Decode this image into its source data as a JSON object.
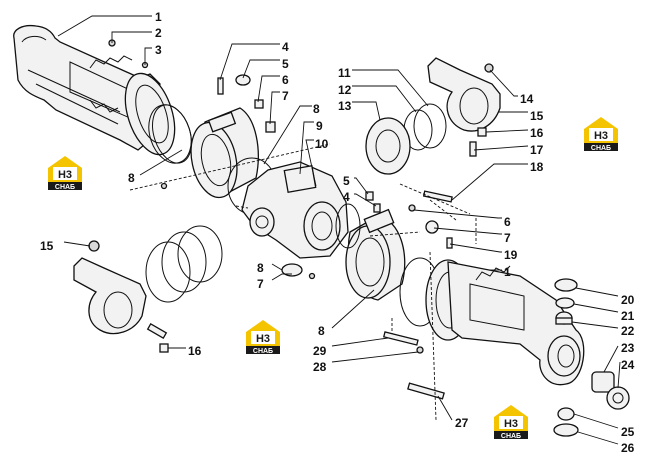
{
  "callouts": [
    {
      "id": "c1a",
      "text": "1"
    },
    {
      "id": "c2",
      "text": "2"
    },
    {
      "id": "c3",
      "text": "3"
    },
    {
      "id": "c4a",
      "text": "4"
    },
    {
      "id": "c5a",
      "text": "5"
    },
    {
      "id": "c6a",
      "text": "6"
    },
    {
      "id": "c7a",
      "text": "7"
    },
    {
      "id": "c8a",
      "text": "8"
    },
    {
      "id": "c8b",
      "text": "8"
    },
    {
      "id": "c9",
      "text": "9"
    },
    {
      "id": "c10",
      "text": "10"
    },
    {
      "id": "c11",
      "text": "11"
    },
    {
      "id": "c12",
      "text": "12"
    },
    {
      "id": "c13",
      "text": "13"
    },
    {
      "id": "c14",
      "text": "14"
    },
    {
      "id": "c15a",
      "text": "15"
    },
    {
      "id": "c16a",
      "text": "16"
    },
    {
      "id": "c17",
      "text": "17"
    },
    {
      "id": "c18",
      "text": "18"
    },
    {
      "id": "c5b",
      "text": "5"
    },
    {
      "id": "c4b",
      "text": "4"
    },
    {
      "id": "c6b",
      "text": "6"
    },
    {
      "id": "c7b",
      "text": "7"
    },
    {
      "id": "c19",
      "text": "19"
    },
    {
      "id": "c1b",
      "text": "1"
    },
    {
      "id": "c15b",
      "text": "15"
    },
    {
      "id": "c16b",
      "text": "16"
    },
    {
      "id": "c8c",
      "text": "8"
    },
    {
      "id": "c7c",
      "text": "7"
    },
    {
      "id": "c8d",
      "text": "8"
    },
    {
      "id": "c29",
      "text": "29"
    },
    {
      "id": "c28",
      "text": "28"
    },
    {
      "id": "c27",
      "text": "27"
    },
    {
      "id": "c20",
      "text": "20"
    },
    {
      "id": "c21",
      "text": "21"
    },
    {
      "id": "c22",
      "text": "22"
    },
    {
      "id": "c23",
      "text": "23"
    },
    {
      "id": "c24",
      "text": "24"
    },
    {
      "id": "c25",
      "text": "25"
    },
    {
      "id": "c26",
      "text": "26"
    }
  ],
  "logo": {
    "mark": "H3",
    "sub": "СНАБ",
    "yellow": "#f5c400",
    "dark": "#1a1a1a"
  }
}
